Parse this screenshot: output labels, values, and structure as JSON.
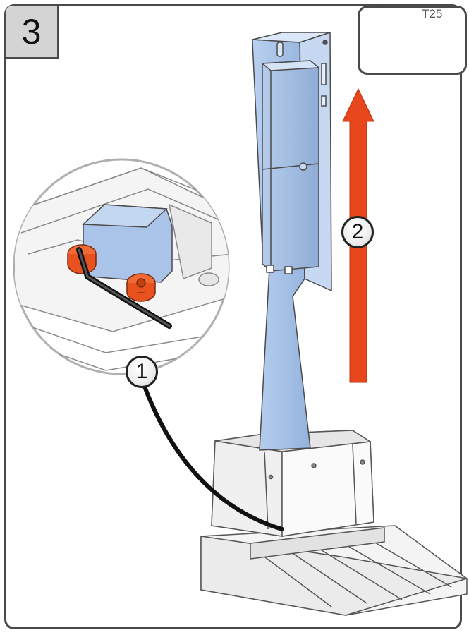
{
  "step": {
    "number": "3"
  },
  "tools": {
    "bit_label": "T25",
    "allen_key_icon": "allen-key-icon",
    "torx_bit_icon": "torx-bit-icon"
  },
  "callouts": [
    {
      "label": "1"
    },
    {
      "label": "2"
    }
  ],
  "colors": {
    "post_blue": "#a9c4e8",
    "post_blue_dark": "#7fa0cc",
    "arrow_red": "#e8461c",
    "screw_orange": "#e8521f",
    "base_grey": "#f2f2f2",
    "outline": "#4a4a4a"
  }
}
